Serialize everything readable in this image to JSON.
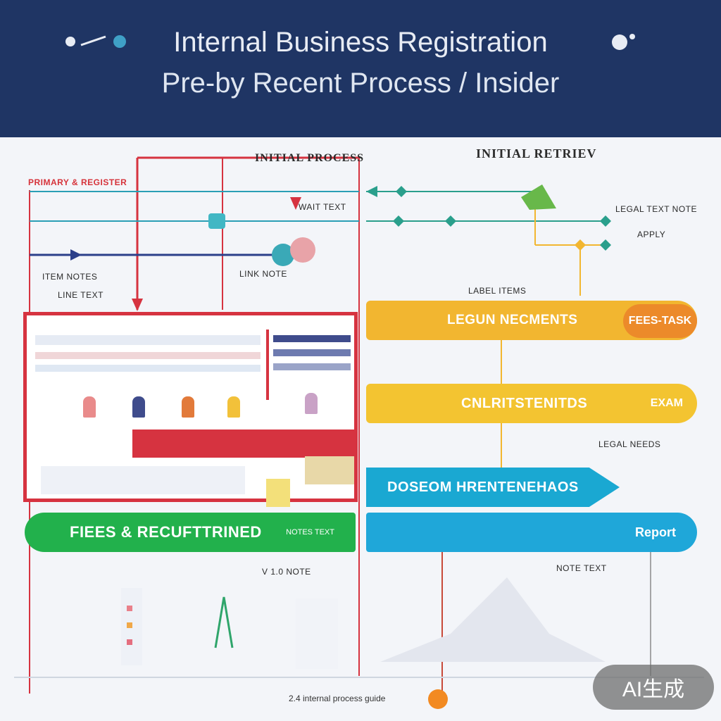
{
  "header": {
    "title": "Internal Business Registration",
    "subtitle": "Pre-by Recent Process / Insider"
  },
  "labels": {
    "top_center": "INITIAL PROCESS",
    "top_right": "INITIAL RETRIEV",
    "left_red": "PRIMARY & REGISTER",
    "mid_small": "WAIT TEXT",
    "mid_small2": "LABEL ITEMS",
    "step_legal": "LEGAL NEEDS",
    "right_notes_1": "LEGAL TEXT NOTE",
    "right_notes_2": "APPLY",
    "left_note_1": "ITEM NOTES",
    "left_note_2": "LINE TEXT",
    "center_note": "LINK NOTE",
    "lower_right_note": "NOTE TEXT",
    "lower_center": "V 1.0 NOTE"
  },
  "bands": {
    "legal": "LEGUN NECMENTS",
    "legal_tag": "FEES-TASK",
    "consult": "CNLRITSTENITDS",
    "consult_tag": "EXAM",
    "docs": "DOSEOM HRENTENEHAOS",
    "fees": "FIEES & RECUFTTRINED",
    "fees_note": "NOTES TEXT",
    "report": "Report"
  },
  "footer": {
    "note": "2.4 internal process guide"
  },
  "watermark": "AI生成",
  "colors": {
    "header_bg": "#1f3564",
    "red": "#d63340",
    "yellow": "#f2b630",
    "cyan": "#1aa8d2",
    "green": "#22b14c",
    "orange": "#ec8a2a"
  }
}
